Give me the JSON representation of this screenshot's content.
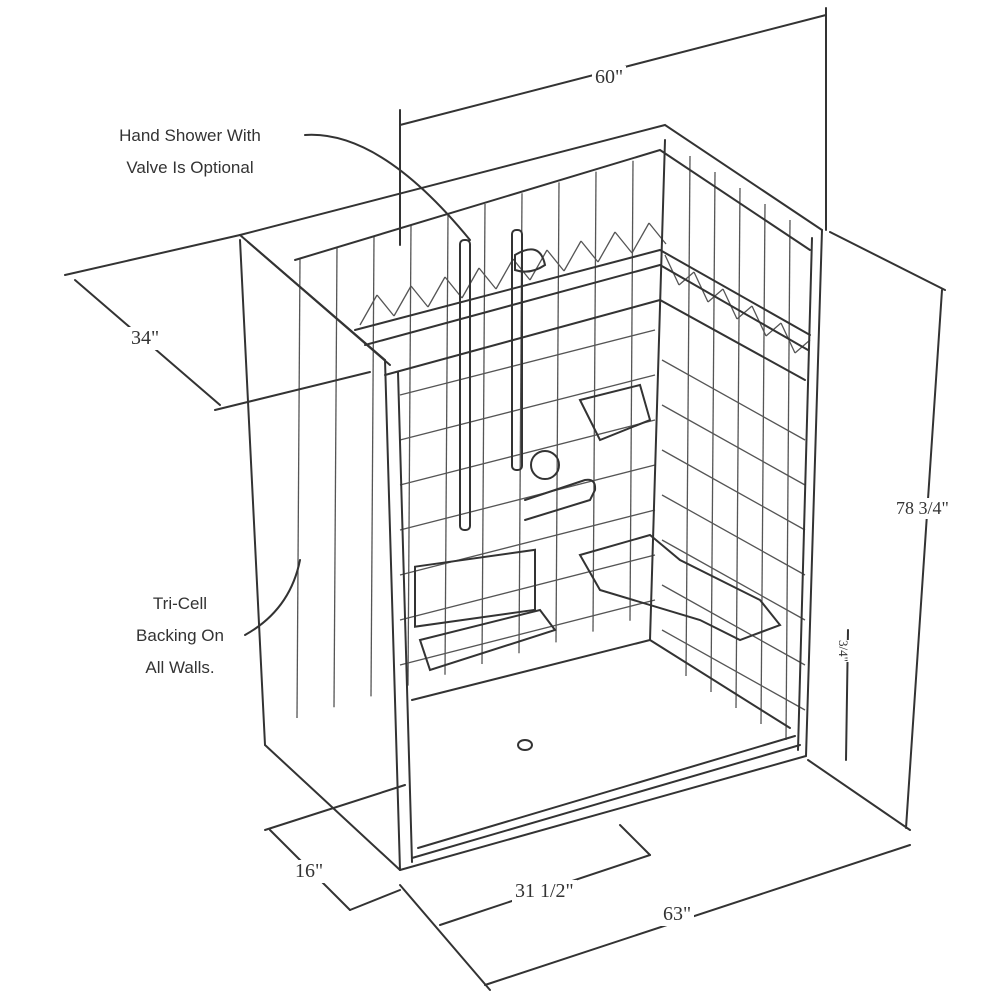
{
  "callouts": {
    "hand_shower": [
      "Hand Shower With",
      "Valve Is Optional"
    ],
    "tri_cell": [
      "Tri-Cell",
      "Backing On",
      "All Walls."
    ]
  },
  "dimensions": {
    "width_top": "60\"",
    "depth": "34\"",
    "height": "78 3/4\"",
    "curb_height": "3/4\"",
    "drain_offset_depth": "16\"",
    "drain_offset_width": "31 1/2\"",
    "width_bottom": "63\""
  }
}
